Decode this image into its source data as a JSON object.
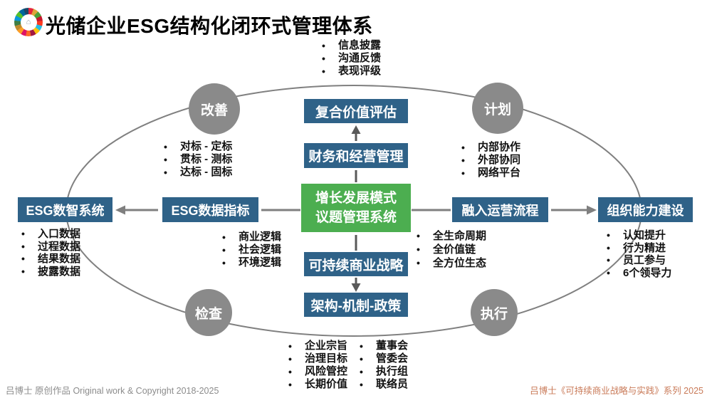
{
  "header": {
    "title": "光储企业ESG结构化闭环式管理体系",
    "logo_icon": "sdg-wheel-icon"
  },
  "top_bullets": [
    "信息披露",
    "沟通反馈",
    "表现评级"
  ],
  "pdca": {
    "improve": {
      "label": "改善",
      "bullets": [
        "对标 - 定标",
        "贯标 - 测标",
        "达标 - 固标"
      ]
    },
    "plan": {
      "label": "计划",
      "bullets": [
        "内部协作",
        "外部协同",
        "网络平台"
      ]
    },
    "check": {
      "label": "检查"
    },
    "do": {
      "label": "执行"
    }
  },
  "center_flow": {
    "composite_value": "复合价值评估",
    "finance_ops": "财务和经营管理",
    "growth": {
      "line1": "增长发展模式",
      "line2": "议题管理系统"
    },
    "sustainable_strategy": "可持续商业战略",
    "structure_policy": "架构-机制-政策"
  },
  "left_branch": {
    "smart_system": {
      "label": "ESG数智系统",
      "bullets": [
        "入口数据",
        "过程数据",
        "结果数据",
        "披露数据"
      ]
    },
    "data_metrics": {
      "label": "ESG数据指标",
      "bullets": [
        "商业逻辑",
        "社会逻辑",
        "环境逻辑"
      ]
    }
  },
  "right_branch": {
    "embed_ops": {
      "label": "融入运营流程",
      "bullets": [
        "全生命周期",
        "全价值链",
        "全方位生态"
      ]
    },
    "org_capability": {
      "label": "组织能力建设",
      "bullets": [
        "认知提升",
        "行为精进",
        "员工参与",
        "6个领导力"
      ]
    }
  },
  "bottom_bullets": {
    "governance": [
      "企业宗旨",
      "治理目标",
      "风险管控",
      "长期价值"
    ],
    "bodies": [
      "董事会",
      "管委会",
      "执行组",
      "联络员"
    ]
  },
  "footer": {
    "left": "吕博士 原创作品 Original work & Copyright 2018-2025",
    "right": "吕博士《可持续商业战略与实践》系列 2025"
  },
  "colors": {
    "box_blue": "#2f6288",
    "box_green": "#4cae50",
    "circle_gray": "#8a8a8a",
    "line_gray": "#7f7f7f",
    "footer_accent": "#c97a58"
  }
}
